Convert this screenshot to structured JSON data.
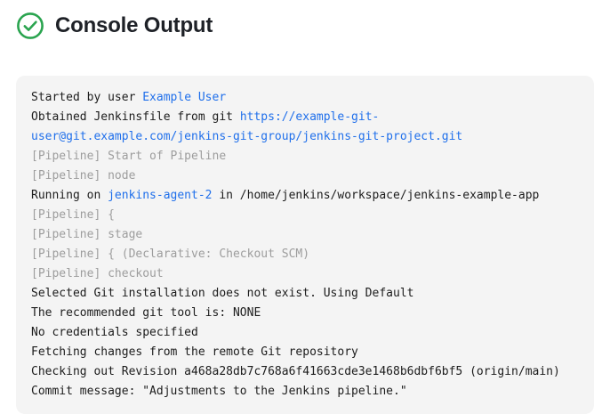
{
  "header": {
    "status_icon": "check-circle-icon",
    "status_color": "#2aa44f",
    "title": "Console Output"
  },
  "console": {
    "background_color": "#f4f4f4",
    "text_color": "#1c1c1c",
    "muted_color": "#9d9d9d",
    "link_color": "#1f6feb",
    "lines": [
      {
        "type": "plain",
        "parts": [
          {
            "text": "Started by user ",
            "style": "plain"
          },
          {
            "text": "Example User",
            "style": "link"
          }
        ]
      },
      {
        "type": "plain",
        "parts": [
          {
            "text": "Obtained Jenkinsfile from git ",
            "style": "plain"
          },
          {
            "text": "https://example-git-user@git.example.com/jenkins-git-group/jenkins-git-project.git",
            "style": "link"
          }
        ]
      },
      {
        "type": "muted",
        "parts": [
          {
            "text": "[Pipeline] Start of Pipeline",
            "style": "muted"
          }
        ]
      },
      {
        "type": "muted",
        "parts": [
          {
            "text": "[Pipeline] node",
            "style": "muted"
          }
        ]
      },
      {
        "type": "plain",
        "parts": [
          {
            "text": "Running on ",
            "style": "plain"
          },
          {
            "text": "jenkins-agent-2",
            "style": "link"
          },
          {
            "text": " in /home/jenkins/workspace/jenkins-example-app",
            "style": "plain"
          }
        ]
      },
      {
        "type": "muted",
        "parts": [
          {
            "text": "[Pipeline] {",
            "style": "muted"
          }
        ]
      },
      {
        "type": "muted",
        "parts": [
          {
            "text": "[Pipeline] stage",
            "style": "muted"
          }
        ]
      },
      {
        "type": "muted",
        "parts": [
          {
            "text": "[Pipeline] { (Declarative: Checkout SCM)",
            "style": "muted"
          }
        ]
      },
      {
        "type": "muted",
        "parts": [
          {
            "text": "[Pipeline] checkout",
            "style": "muted"
          }
        ]
      },
      {
        "type": "plain",
        "parts": [
          {
            "text": "Selected Git installation does not exist. Using Default",
            "style": "plain"
          }
        ]
      },
      {
        "type": "plain",
        "parts": [
          {
            "text": "The recommended git tool is: NONE",
            "style": "plain"
          }
        ]
      },
      {
        "type": "plain",
        "parts": [
          {
            "text": "No credentials specified",
            "style": "plain"
          }
        ]
      },
      {
        "type": "plain",
        "parts": [
          {
            "text": "Fetching changes from the remote Git repository",
            "style": "plain"
          }
        ]
      },
      {
        "type": "plain",
        "parts": [
          {
            "text": "Checking out Revision a468a28db7c768a6f41663cde3e1468b6dbf6bf5 (origin/main)",
            "style": "plain"
          }
        ]
      },
      {
        "type": "plain",
        "parts": [
          {
            "text": "Commit message: \"Adjustments to the Jenkins pipeline.\"",
            "style": "plain"
          }
        ]
      }
    ]
  }
}
